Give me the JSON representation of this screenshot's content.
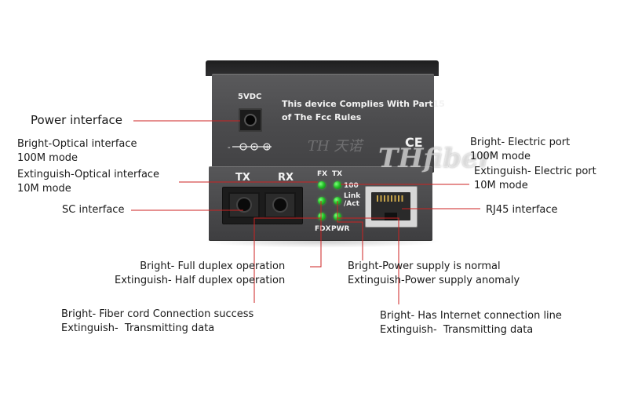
{
  "device": {
    "power_label": "5VDC",
    "compliance_text": "This device Complies With Part15\nof The Fcc Rules",
    "ce_mark": "CE",
    "port_tx": "TX",
    "port_rx": "RX",
    "led_labels": {
      "fx": "FX",
      "tx": "TX",
      "speed": "100",
      "link": "Link\n/Act",
      "fdx": "FDX",
      "pwr": "PWR"
    },
    "watermark": "THfiber",
    "watermark_cn": "TH 天诺",
    "colors": {
      "body": "#4a4a4c",
      "led_on": "#27c22a",
      "leader": "#cc2222",
      "text": "#1a1a1a"
    }
  },
  "annotations": {
    "power_interface": "Power interface",
    "optical_speed": "Bright-Optical interface\n100M mode",
    "optical_speed_off": "Extinguish-Optical interface\n10M mode",
    "sc_interface": "SC interface",
    "electric_speed": "Bright- Electric port\n100M mode",
    "electric_speed_off": "Extinguish- Electric port\n10M mode",
    "rj45_interface": "RJ45 interface",
    "duplex": "Bright- Full duplex operation\nExtinguish- Half duplex operation",
    "power_supply": "Bright-Power supply is normal\nExtinguish-Power supply anomaly",
    "fiber_link": "Bright- Fiber cord Connection success\nExtinguish-  Transmitting data",
    "internet_link": "Bright- Has Internet connection line\nExtinguish-  Transmitting data"
  }
}
